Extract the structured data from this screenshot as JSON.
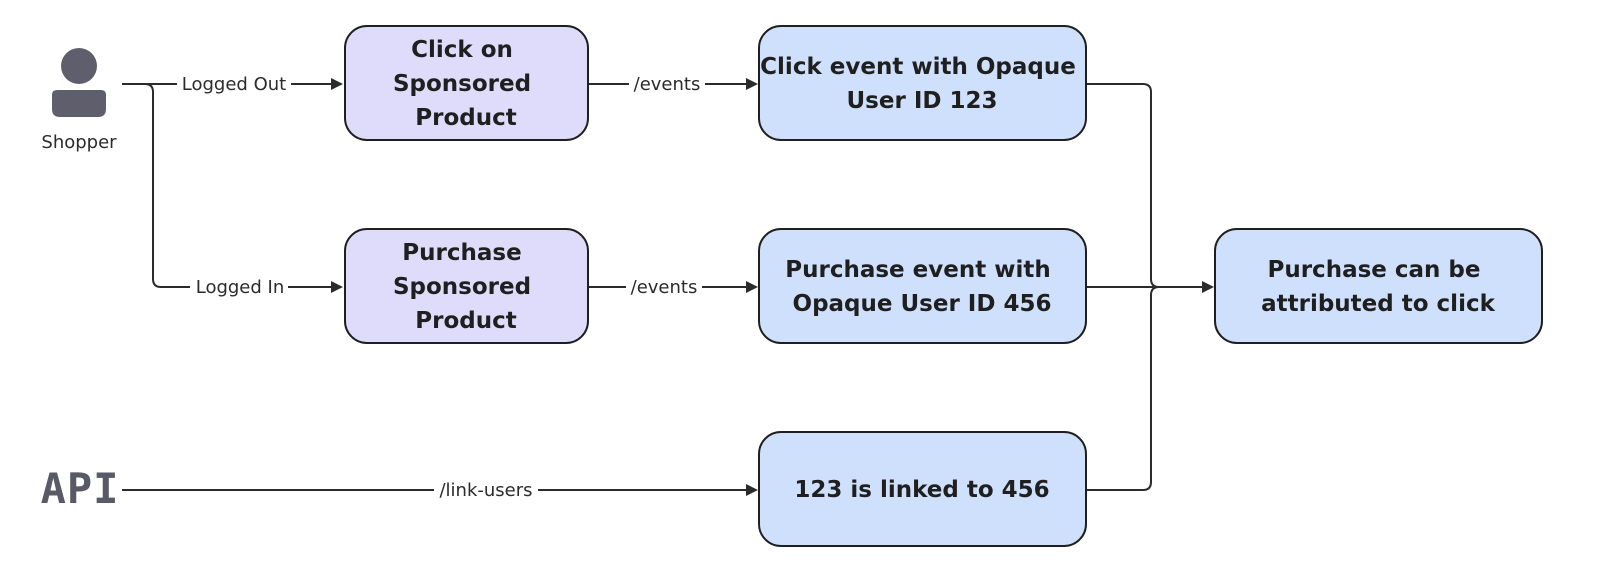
{
  "actors": {
    "shopper": {
      "label": "Shopper",
      "icon": "person-icon"
    },
    "api": {
      "label": "API"
    }
  },
  "nodes": {
    "click_sponsored": {
      "lines": [
        "Click on",
        "Sponsored",
        "Product"
      ]
    },
    "purchase_sponsored": {
      "lines": [
        "Purchase",
        "Sponsored",
        "Product"
      ]
    },
    "click_event": {
      "lines": [
        "Click event with Opaque",
        "User ID 123"
      ]
    },
    "purchase_event": {
      "lines": [
        "Purchase event with",
        "Opaque User ID 456"
      ]
    },
    "linked": {
      "lines": [
        "123 is linked to 456"
      ]
    },
    "attributed": {
      "lines": [
        "Purchase can be",
        "attributed to click"
      ]
    }
  },
  "edges": {
    "logged_out": "Logged Out",
    "logged_in": "Logged In",
    "events_top": "/events",
    "events_mid": "/events",
    "link_users": "/link-users"
  },
  "colors": {
    "purple_box": "#dfdcfb",
    "blue_box": "#cfe0fc",
    "stroke": "#1f1f1f",
    "icon": "#5f5e6c"
  }
}
